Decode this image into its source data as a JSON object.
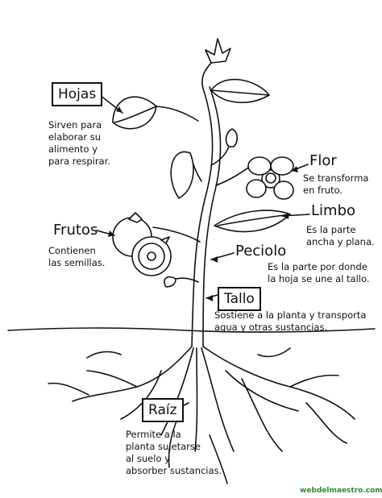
{
  "labels": {
    "hojas": "Hojas",
    "flor": "Flor",
    "limbo": "Limbo",
    "frutos": "Frutos",
    "peciolo": "Peciolo",
    "tallo": "Tallo",
    "raiz": "Raíz"
  },
  "descriptions": {
    "hojas": "Sirven para\nelaborar su\nalimento y\npara respirar.",
    "flor": "Se transforma\nen fruto.",
    "limbo": "Es la parte\nancha y plana.",
    "frutos": "Contienen\nlas semillas.",
    "peciolo": "Es la parte por donde\nla hoja se une al tallo.",
    "tallo": "Sostiene a la planta y transporta\nagua y otras sustancias.",
    "raiz": "Permite a la\nplanta sujetarse\nal suelo y\nabsorber sustancias."
  },
  "credit": "webdelmaestro.com"
}
